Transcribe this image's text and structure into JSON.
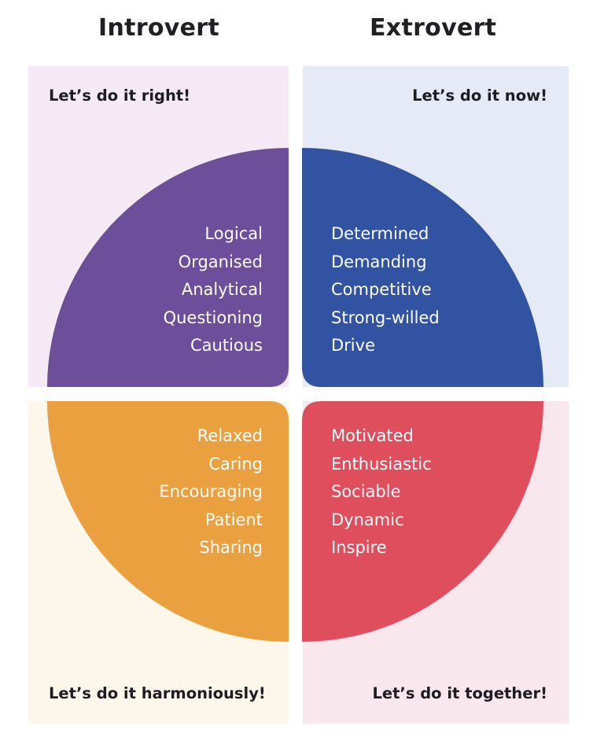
{
  "headers": {
    "left": "Introvert",
    "right": "Extrovert"
  },
  "colors": {
    "purple": "#6c4e9a",
    "blue": "#3153a2",
    "orange": "#eba040",
    "red": "#df4e5d"
  },
  "quadrants": {
    "top_left": {
      "tagline": "Let’s do it right!",
      "traits": [
        "Logical",
        "Organised",
        "Analytical",
        "Questioning",
        "Cautious"
      ]
    },
    "top_right": {
      "tagline": "Let’s do it now!",
      "traits": [
        "Determined",
        "Demanding",
        "Competitive",
        "Strong-willed",
        "Drive"
      ]
    },
    "bottom_left": {
      "tagline": "Let’s do it harmoniously!",
      "traits": [
        "Relaxed",
        "Caring",
        "Encouraging",
        "Patient",
        "Sharing"
      ]
    },
    "bottom_right": {
      "tagline": "Let’s do it together!",
      "traits": [
        "Motivated",
        "Enthusiastic",
        "Sociable",
        "Dynamic",
        "Inspire"
      ]
    }
  }
}
